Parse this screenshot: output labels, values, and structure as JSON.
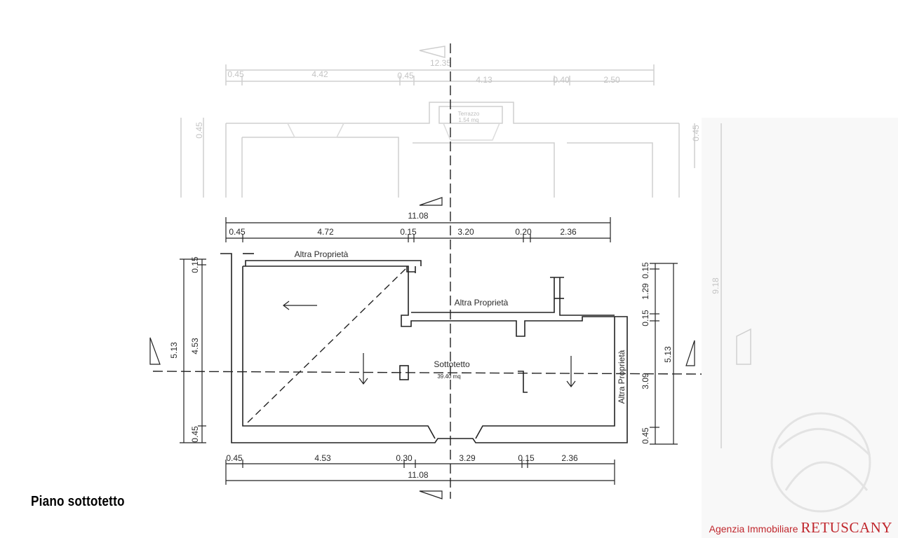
{
  "caption": "Piano sottotetto",
  "agency": {
    "prefix": "Agenzia Immobiliare",
    "brand": "RETUSCANY"
  },
  "floor_above": {
    "dims_total": "12.35",
    "dims_segments": [
      "0.45",
      "4.42",
      "0.45",
      "4.13",
      "0.40",
      "2.50"
    ],
    "right_height": "9.18",
    "side_small": "0.45",
    "terrace_label": "Terrazzo",
    "terrace_area": "1.54 mq"
  },
  "plan": {
    "top_total": "11.08",
    "top_segments": [
      "0.45",
      "4.72",
      "0.15",
      "3.20",
      "0.20",
      "2.36"
    ],
    "bottom_total": "11.08",
    "bottom_segments": [
      "0.45",
      "4.53",
      "0.30",
      "3.29",
      "0.15",
      "2.36"
    ],
    "left_outer": "5.13",
    "left_inner": "4.53",
    "left_top_small": "0.15",
    "left_bottom_small": "0.45",
    "right_segments": [
      "0.15",
      "1.29",
      "0.15",
      "3.09",
      "0.45"
    ],
    "right_total": "5.13",
    "room_label": "Sottotetto",
    "room_area": "39.40 mq",
    "label_top_left": "Altra Proprietà",
    "label_top_right": "Altra Proprietà",
    "label_right": "Altra Proprietà"
  }
}
